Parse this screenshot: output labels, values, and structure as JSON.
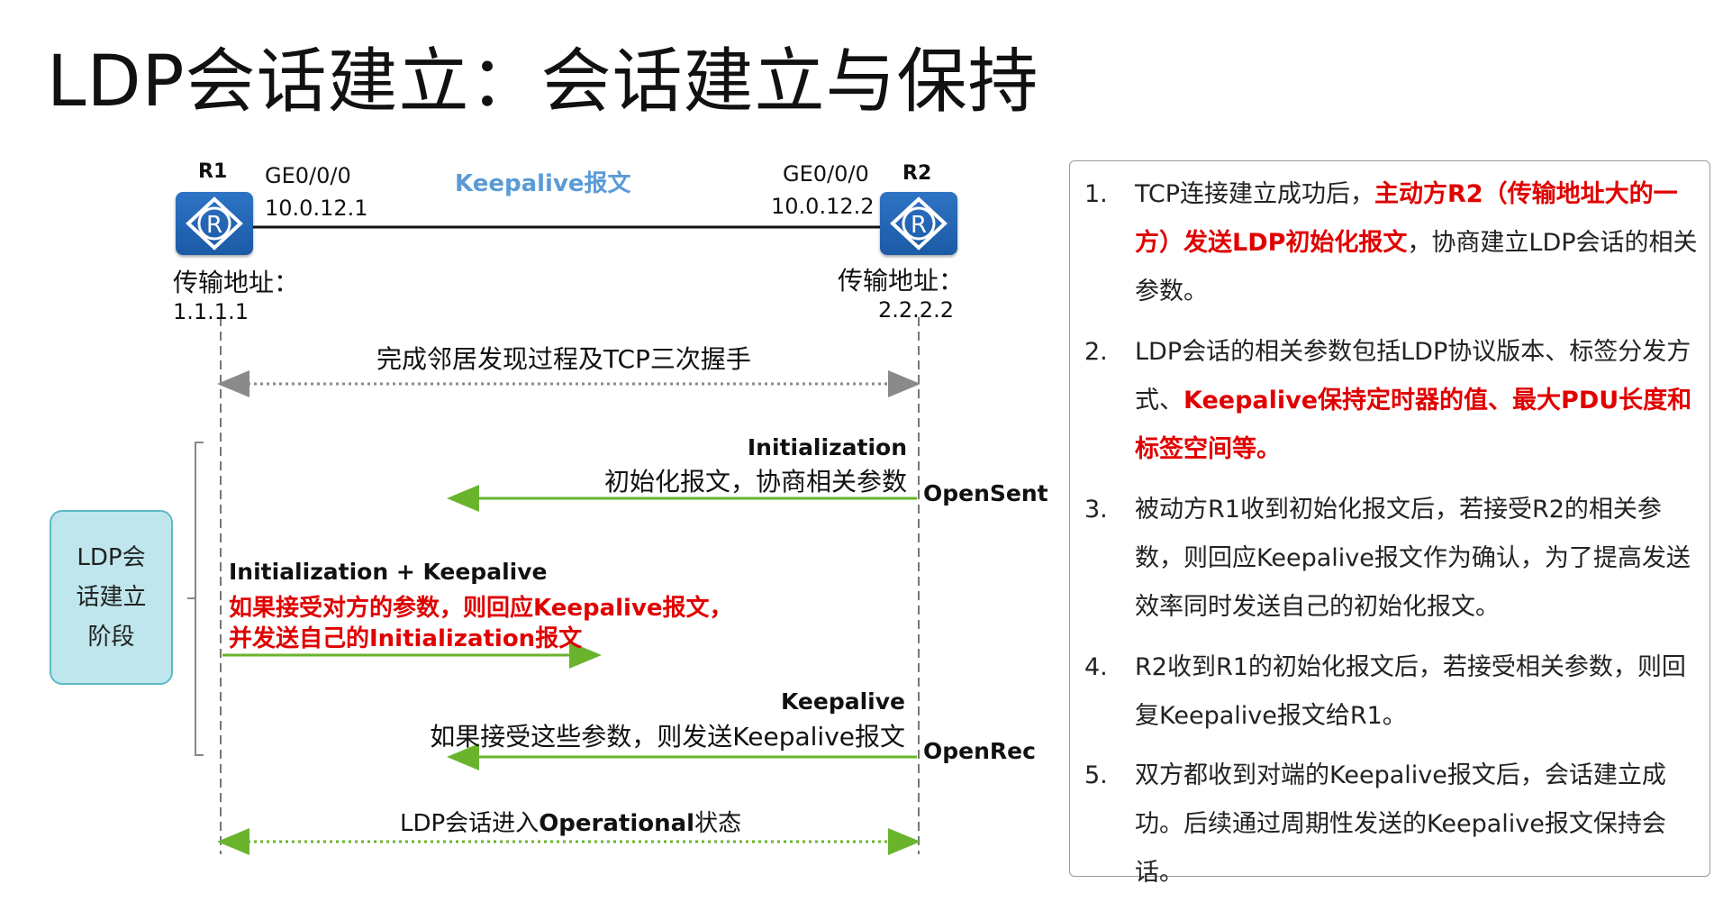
{
  "title": "LDP会话建立：会话建立与保持",
  "topology": {
    "r1": {
      "name": "R1",
      "interface": "GE0/0/0",
      "ip": "10.0.12.1",
      "transport_label": "传输地址：",
      "transport_addr": "1.1.1.1"
    },
    "r2": {
      "name": "R2",
      "interface": "GE0/0/0",
      "ip": "10.0.12.2",
      "transport_label": "传输地址：",
      "transport_addr": "2.2.2.2"
    },
    "link_label": "Keepalive报文",
    "router_icon": "router-icon"
  },
  "sequence": {
    "handshake": "完成邻居发现过程及TCP三次握手",
    "msg1_title": "Initialization",
    "msg1_desc": "初始化报文，协商相关参数",
    "state_opensent": "OpenSent",
    "msg2_title": "Initialization + Keepalive",
    "msg2_line1": "如果接受对方的参数，则回应Keepalive报文，",
    "msg2_line2": "并发送自己的Initialization报文",
    "msg3_title": "Keepalive",
    "msg3_desc": "如果接受这些参数，则发送Keepalive报文",
    "state_openrec": "OpenRec",
    "final_prefix": "LDP会话进入",
    "final_bold": "Operational",
    "final_suffix": "状态",
    "phase_label": "LDP会\n话建立\n阶段"
  },
  "notes": [
    {
      "num": "1.",
      "parts": [
        {
          "t": "TCP连接建立成功后，",
          "r": false
        },
        {
          "t": "主动方R2（传输地址大的一方）发送LDP初始化报文",
          "r": true
        },
        {
          "t": "，协商建立LDP会话的相关参数。",
          "r": false
        }
      ]
    },
    {
      "num": "2.",
      "parts": [
        {
          "t": "LDP会话的相关参数包括LDP协议版本、标签分发方式、",
          "r": false
        },
        {
          "t": "Keepalive保持定时器的值、最大PDU长度和标签空间等。",
          "r": true
        }
      ]
    },
    {
      "num": "3.",
      "parts": [
        {
          "t": "被动方R1收到初始化报文后，若接受R2的相关参数，则回应Keepalive报文作为确认，为了提高发送效率同时发送自己的初始化报文。",
          "r": false
        }
      ]
    },
    {
      "num": "4.",
      "parts": [
        {
          "t": "R2收到R1的初始化报文后，若接受相关参数，则回复Keepalive报文给R1。",
          "r": false
        }
      ]
    },
    {
      "num": "5.",
      "parts": [
        {
          "t": "双方都收到对端的Keepalive报文后，会话建立成功。后续通过周期性发送的Keepalive报文保持会话。",
          "r": false
        }
      ]
    }
  ],
  "colors": {
    "green": "#6ab42d",
    "gray": "#8a8a8a",
    "red": "#e00000",
    "link_label": "#5b9bd5"
  }
}
